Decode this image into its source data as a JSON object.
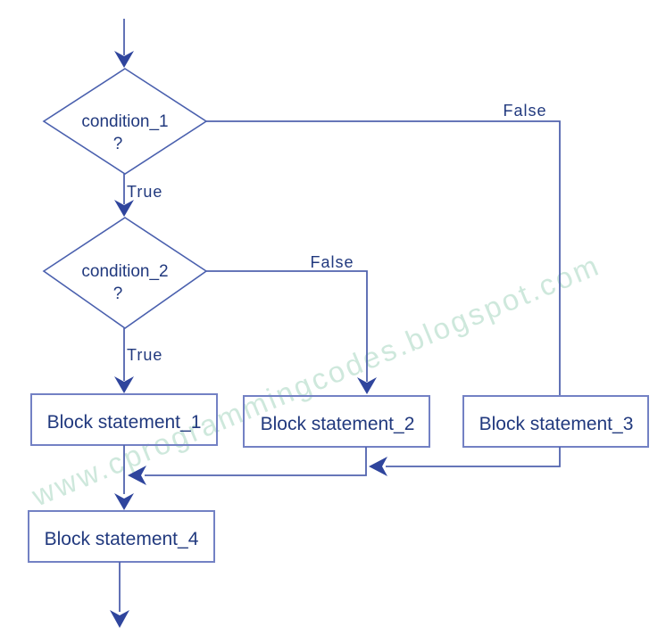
{
  "watermark": {
    "text": "www.cprogrammingcodes.blogspot.com",
    "color": "#c9e6d9"
  },
  "colors": {
    "background": "#ffffff",
    "connector_line": "#5063ae",
    "diamond_border": "#4a60ae",
    "box_border": "#7381c4",
    "arrowhead": "#2f459d",
    "text": "#21397e"
  },
  "flowchart": {
    "decisions": [
      {
        "label": "condition_1",
        "qmark": "?",
        "true_label": "True",
        "false_label": "False"
      },
      {
        "label": "condition_2",
        "qmark": "?",
        "true_label": "True",
        "false_label": "False"
      }
    ],
    "blocks": [
      {
        "label": "Block statement_1"
      },
      {
        "label": "Block statement_2"
      },
      {
        "label": "Block statement_3"
      },
      {
        "label": "Block statement_4"
      }
    ]
  }
}
